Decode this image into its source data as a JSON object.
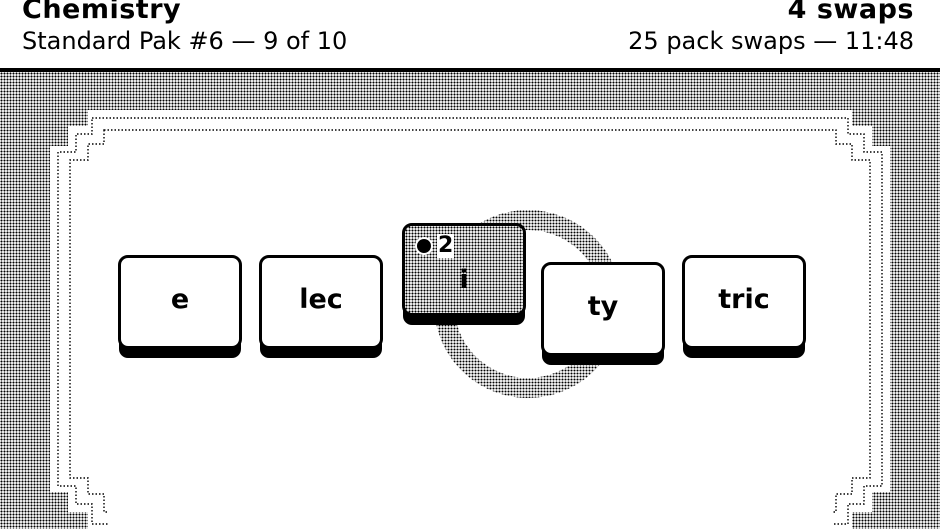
{
  "header": {
    "title": "Chemistry",
    "subtitle": "Standard Pak #6 — 9 of 10",
    "swaps": "4 swaps",
    "pack_swaps": "25 pack swaps — 11:48"
  },
  "tiles": [
    {
      "label": "e",
      "selected": false
    },
    {
      "label": "lec",
      "selected": false
    },
    {
      "label": "i",
      "selected": true,
      "hint_count": "2"
    },
    {
      "label": "ty",
      "selected": false
    },
    {
      "label": "tric",
      "selected": false
    }
  ],
  "colors": {
    "ink": "#000000",
    "paper": "#ffffff",
    "ring": "#888888"
  },
  "icons": {
    "hint": "dot-icon",
    "swap": "swap-ring-icon"
  }
}
